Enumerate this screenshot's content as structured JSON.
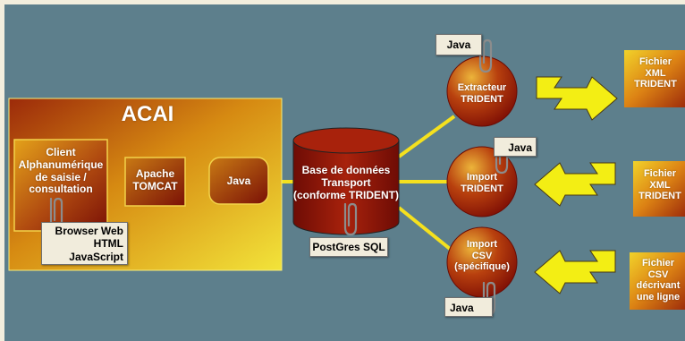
{
  "acai": {
    "title": "ACAI"
  },
  "client": {
    "lines": [
      "Client",
      "Alphanumérique",
      "de saisie /",
      "consultation"
    ]
  },
  "browser_note": {
    "lines": [
      "Browser Web",
      "HTML",
      "JavaScript"
    ]
  },
  "tomcat": {
    "lines": [
      "Apache",
      "TOMCAT"
    ]
  },
  "java_box": {
    "label": "Java"
  },
  "database": {
    "lines": [
      "Base de données",
      "Transport",
      "(conforme TRIDENT)"
    ],
    "note": "PostGres SQL"
  },
  "extracteur": {
    "lines": [
      "Extracteur",
      "TRIDENT"
    ],
    "note": "Java"
  },
  "import_trident": {
    "lines": [
      "Import",
      "TRIDENT"
    ],
    "note": "Java"
  },
  "import_csv": {
    "lines": [
      "Import",
      "CSV",
      "(spécifique)"
    ],
    "note": "Java"
  },
  "files": [
    {
      "lines": [
        "Fichier",
        "XML",
        "TRIDENT"
      ]
    },
    {
      "lines": [
        "Fichier",
        "XML",
        "TRIDENT"
      ]
    },
    {
      "lines": [
        "Fichier",
        "CSV",
        "décrivant",
        "une ligne"
      ]
    }
  ],
  "colors": {
    "background": "#5d7f8c",
    "connector": "#f5e11e",
    "node_dark": "#8b1408",
    "node_light": "#e0a818",
    "arrow": "#f3ee14",
    "note_bg": "#f1ecdc"
  }
}
